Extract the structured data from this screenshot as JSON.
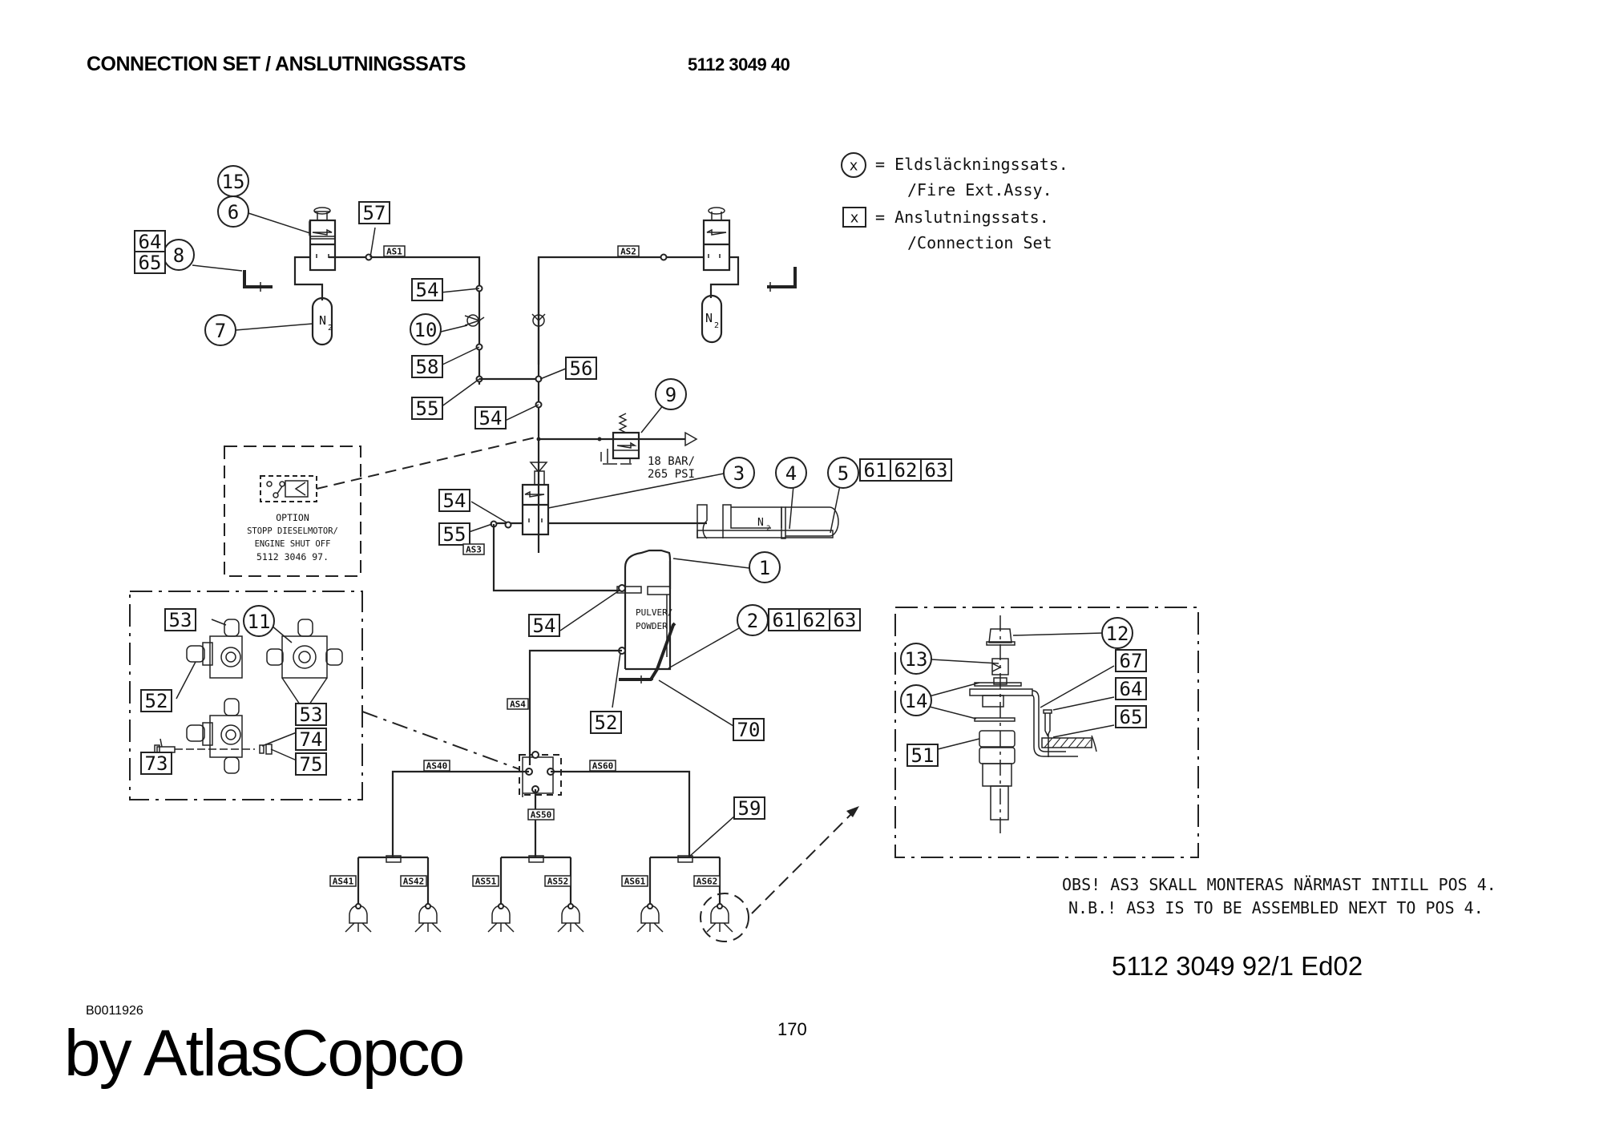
{
  "header": {
    "title": "CONNECTION SET / ANSLUTNINGSSATS",
    "part_number": "5112 3049 40"
  },
  "legend": {
    "circle_symbol": "x",
    "circle_line1": "= Eldsläckningssats.",
    "circle_line2": "/Fire Ext.Assy.",
    "square_symbol": "x",
    "square_line1": "= Anslutningssats.",
    "square_line2": "/Connection Set"
  },
  "bubbles": {
    "b15": "15",
    "b6": "6",
    "b8": "8",
    "b7": "7",
    "b10": "10",
    "b9": "9",
    "b3": "3",
    "b4": "4",
    "b5": "5",
    "b1": "1",
    "b2": "2",
    "b11": "11",
    "b12": "12",
    "b13": "13",
    "b14": "14"
  },
  "boxes": {
    "b57": "57",
    "b64a": "64",
    "b65a": "65",
    "b54a": "54",
    "b58": "58",
    "b55a": "55",
    "b56": "56",
    "b54b": "54",
    "b54c": "54",
    "b55b": "55",
    "b54d": "54",
    "b61a": "61",
    "b62a": "62",
    "b63a": "63",
    "b61b": "61",
    "b62b": "62",
    "b63b": "63",
    "b52a": "52",
    "b70": "70",
    "b59": "59",
    "b53a": "53",
    "b52b": "52",
    "b53b": "53",
    "b73": "73",
    "b74": "74",
    "b75": "75",
    "b67": "67",
    "b64b": "64",
    "b65b": "65",
    "b51": "51"
  },
  "hose_tags": {
    "as1": "AS1",
    "as2": "AS2",
    "as3": "AS3",
    "as4": "AS4",
    "as40": "AS40",
    "as50": "AS50",
    "as60": "AS60",
    "as41": "AS41",
    "as42": "AS42",
    "as51": "AS51",
    "as52": "AS52",
    "as61": "AS61",
    "as62": "AS62"
  },
  "component_text": {
    "n2_top_left": "N",
    "n2_top_right": "N",
    "n2_cartridge": "N",
    "n2_sub": "2",
    "relief_pressure_1": "18 BAR/",
    "relief_pressure_2": "265 PSI",
    "tank_1": "PULVER/",
    "tank_2": "POWDER"
  },
  "option_box": {
    "line1": "OPTION",
    "line2": "STOPP DIESELMOTOR/",
    "line3": "ENGINE SHUT OFF",
    "line4": "5112 3046 97."
  },
  "notes": {
    "swedish": "OBS! AS3 SKALL MONTERAS NÄRMAST INTILL POS 4.",
    "english": "N.B.! AS3 IS TO BE ASSEMBLED NEXT TO POS 4."
  },
  "footer": {
    "document_id": "5112 3049 92/1  Ed02",
    "image_code": "B0011926",
    "brand": "by AtlasCopco",
    "page_number": "170"
  }
}
